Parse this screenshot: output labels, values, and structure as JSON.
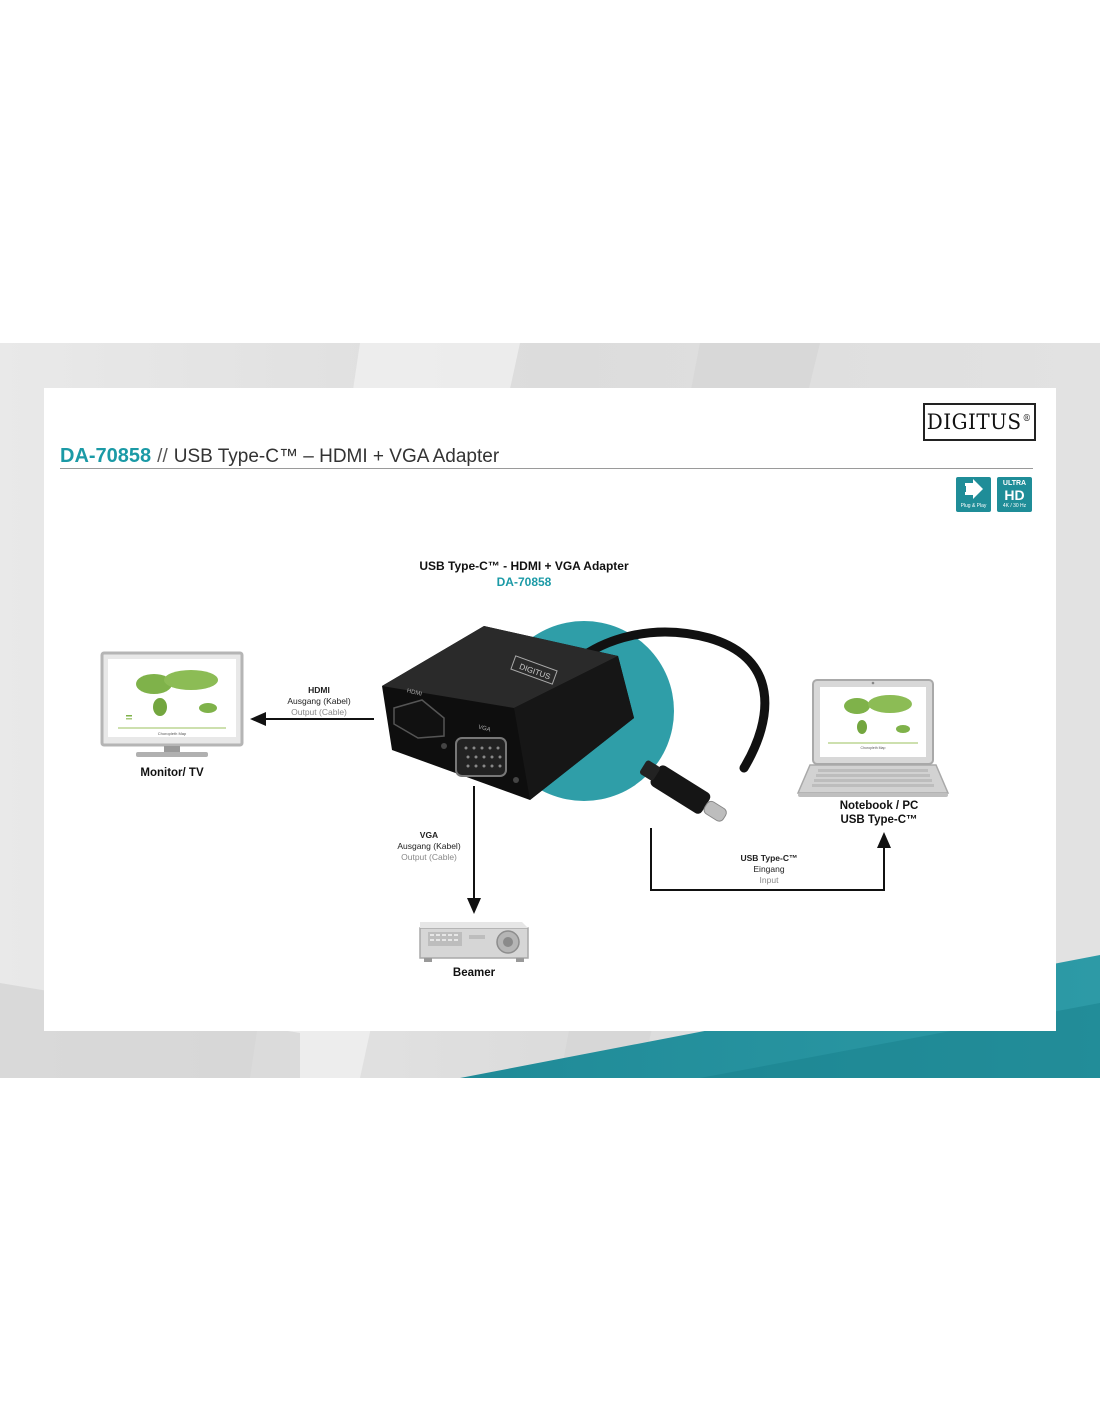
{
  "brand": {
    "logo_text": "DIGITUS",
    "logo_mark": "®"
  },
  "header": {
    "model_code": "DA-70858",
    "separator": "//",
    "product_name": "USB Type-C™ – HDMI + VGA Adapter"
  },
  "badges": {
    "plug_and_play": {
      "label": "Plug & Play",
      "icon": "plug-play-arrow-icon"
    },
    "ultra_hd": {
      "top": "ULTRA",
      "main": "HD",
      "sub": "4K / 30 Hz"
    }
  },
  "diagram": {
    "product_title": "USB Type-C™ - HDMI + VGA Adapter",
    "product_code": "DA-70858",
    "adapter_logo": "DIGITUS",
    "port_hdmi": "HDMI",
    "port_vga": "VGA",
    "hdmi_output": {
      "title": "HDMI",
      "de": "Ausgang (Kabel)",
      "en": "Output (Cable)"
    },
    "vga_output": {
      "title": "VGA",
      "de": "Ausgang (Kabel)",
      "en": "Output (Cable)"
    },
    "usb_input": {
      "title": "USB Type-C™",
      "de": "Eingang",
      "en": "Input"
    },
    "monitor": {
      "label": "Monitor/ TV",
      "screen_caption": "Choropleth Map"
    },
    "notebook": {
      "label_line1": "Notebook / PC",
      "label_line2": "USB Type-C™",
      "screen_caption": "Choropleth Map"
    },
    "projector": {
      "label": "Beamer"
    }
  },
  "colors": {
    "accent": "#1b9aa6",
    "badge": "#1f8d98",
    "map_green": "#7fb24a"
  }
}
